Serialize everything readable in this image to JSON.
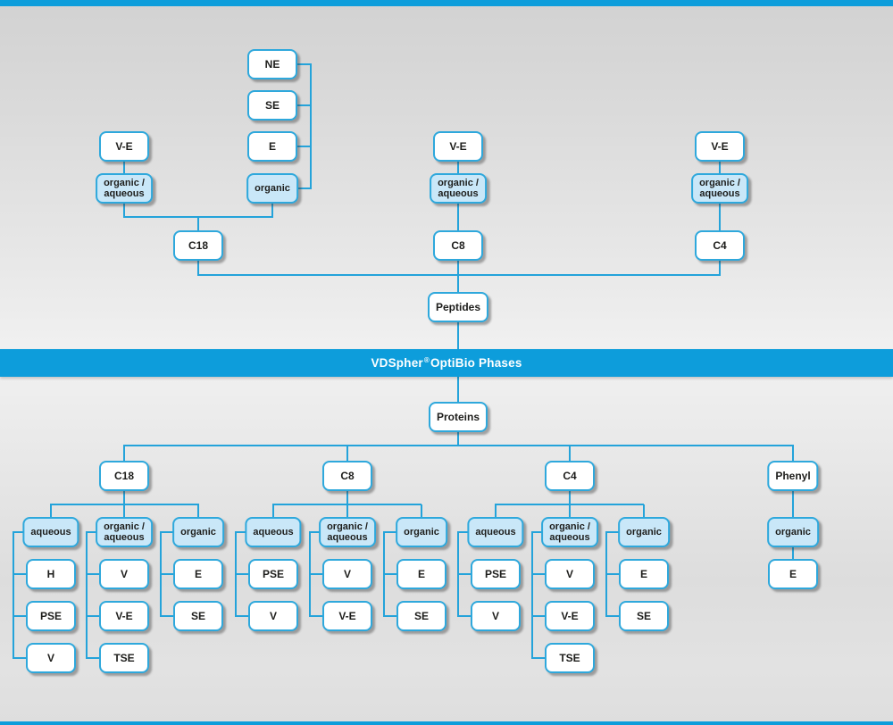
{
  "banner": {
    "brand": "VDSpher",
    "registered": "®",
    "suffix": " OptiBio Phases"
  },
  "colors": {
    "accent": "#0d9ddb",
    "line": "#24a3da",
    "box_border": "#2ea8dc",
    "mode_fill": "#c9e7f8"
  },
  "top_section": {
    "root": "Peptides",
    "c18": {
      "phase": "C18",
      "ve": "V-E",
      "mode": "organic /\naqueous",
      "elution_stack": {
        "ne": "NE",
        "se": "SE",
        "e": "E",
        "organic": "organic"
      }
    },
    "c8": {
      "phase": "C8",
      "ve": "V-E",
      "mode": "organic /\naqueous"
    },
    "c4": {
      "phase": "C4",
      "ve": "V-E",
      "mode": "organic /\naqueous"
    }
  },
  "bottom_section": {
    "root": "Proteins",
    "c18": {
      "phase": "C18",
      "aqueous": {
        "label": "aqueous",
        "children": [
          "H",
          "PSE",
          "V"
        ]
      },
      "organic_aqueous": {
        "label": "organic /\naqueous",
        "children": [
          "V",
          "V-E",
          "TSE"
        ]
      },
      "organic": {
        "label": "organic",
        "children": [
          "E",
          "SE"
        ]
      }
    },
    "c8": {
      "phase": "C8",
      "aqueous": {
        "label": "aqueous",
        "children": [
          "PSE",
          "V"
        ]
      },
      "organic_aqueous": {
        "label": "organic /\naqueous",
        "children": [
          "V",
          "V-E"
        ]
      },
      "organic": {
        "label": "organic",
        "children": [
          "E",
          "SE"
        ]
      }
    },
    "c4": {
      "phase": "C4",
      "aqueous": {
        "label": "aqueous",
        "children": [
          "PSE",
          "V"
        ]
      },
      "organic_aqueous": {
        "label": "organic /\naqueous",
        "children": [
          "V",
          "V-E",
          "TSE"
        ]
      },
      "organic": {
        "label": "organic",
        "children": [
          "E",
          "SE"
        ]
      }
    },
    "phenyl": {
      "phase": "Phenyl",
      "organic": {
        "label": "organic",
        "children": [
          "E"
        ]
      }
    }
  }
}
